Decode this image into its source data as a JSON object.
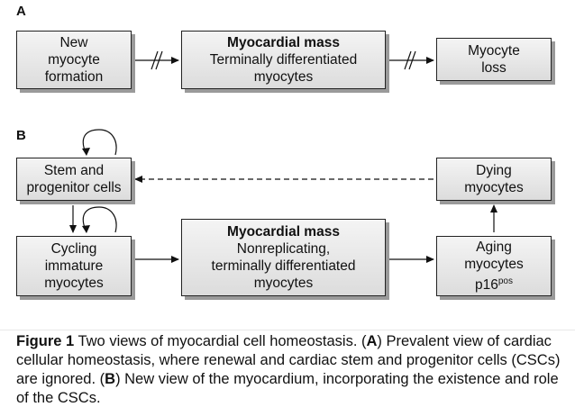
{
  "panel_a": {
    "letter": "A",
    "box_new": [
      "New",
      "myocyte",
      "formation"
    ],
    "box_mass_title": "Myocardial mass",
    "box_mass_lines": [
      "Terminally differentiated",
      "myocytes"
    ],
    "box_loss": [
      "Myocyte",
      "loss"
    ]
  },
  "panel_b": {
    "letter": "B",
    "box_stem": [
      "Stem and",
      "progenitor cells"
    ],
    "box_cycling": [
      "Cycling",
      "immature",
      "myocytes"
    ],
    "box_mass_title": "Myocardial mass",
    "box_mass_lines": [
      "Nonreplicating,",
      "terminally differentiated",
      "myocytes"
    ],
    "box_aging": [
      "Aging",
      "myocytes"
    ],
    "box_aging_marker": "p16",
    "box_aging_sup": "pos",
    "box_dying": [
      "Dying",
      "myocytes"
    ]
  },
  "caption": {
    "label": "Figure 1",
    "text1": " Two views of myocardial cell homeostasis. (",
    "a_letter": "A",
    "text2": ") Prevalent view of cardiac cellular homeostasis, where renewal and cardiac stem and progenitor cells (CSCs) are ignored. (",
    "b_letter": "B",
    "text3": ") New view of the myocardium, incorporating the existence and role of the CSCs."
  }
}
